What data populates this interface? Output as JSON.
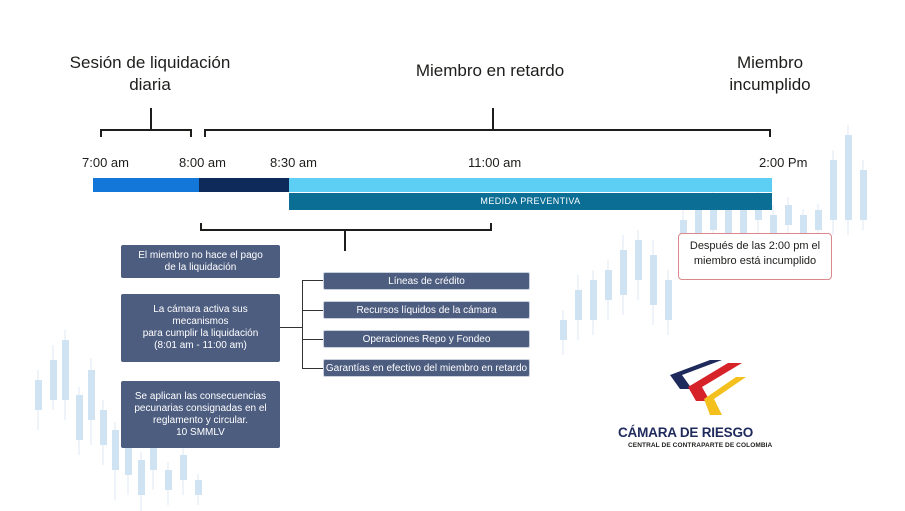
{
  "headings": {
    "daily_session": "Sesión de liquidación\ndiaria",
    "late_member": "Miembro en retardo",
    "defaulting_member": "Miembro\nincumplido"
  },
  "times": [
    "7:00 am",
    "8:00 am",
    "8:30 am",
    "11:00 am",
    "2:00 Pm"
  ],
  "timeline": {
    "preventive_label": "MEDIDA PREVENTIVA",
    "colors": {
      "segment_1": "#1277d9",
      "segment_2": "#0e2a5a",
      "segment_3": "#5ecff4",
      "preventive": "#0b6e95"
    }
  },
  "steps": [
    "El miembro no hace el pago\nde la liquidación",
    "La cámara activa sus\nmecanismos\npara cumplir la liquidación\n(8:01 am - 11:00 am)",
    "Se aplican las consecuencias\npecunarias consignadas en el\nreglamento y circular.\n10 SMMLV"
  ],
  "mechanisms": [
    "Líneas de crédito",
    "Recursos líquidos de la cámara",
    "Operaciones Repo y Fondeo",
    "Garantías en efectivo del miembro en retardo"
  ],
  "alert": "Después de las 2:00 pm el\nmiembro está incumplido",
  "logo": {
    "name": "CÁMARA DE RIESGO",
    "tagline": "CENTRAL DE CONTRAPARTE DE COLOMBIA",
    "colors": {
      "navy": "#1f2a5c",
      "red": "#d6232a",
      "yellow": "#f4c01e"
    }
  }
}
